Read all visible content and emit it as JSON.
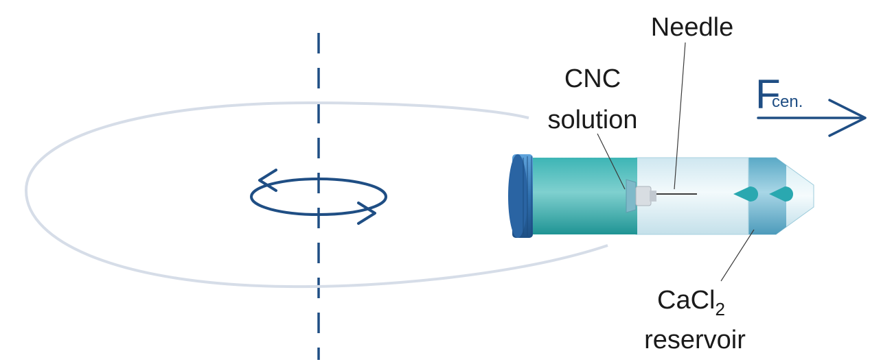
{
  "labels": {
    "needle": "Needle",
    "cnc_line1": "CNC",
    "cnc_line2": "solution",
    "cacl_main": "CaCl",
    "cacl_sub": "2",
    "reservoir": "reservoir"
  },
  "force": {
    "symbol": "F",
    "subscript": "cen."
  },
  "colors": {
    "axis": "#1f4e84",
    "orbit": "#d6dde8",
    "cap": "#2f6fae",
    "cnc_solution": "#2aa8a8",
    "tube_body": "#dceef4",
    "reservoir_zone": "#6fb3cc",
    "droplet": "#2aa8b0",
    "force_arrow": "#1f4e84"
  }
}
